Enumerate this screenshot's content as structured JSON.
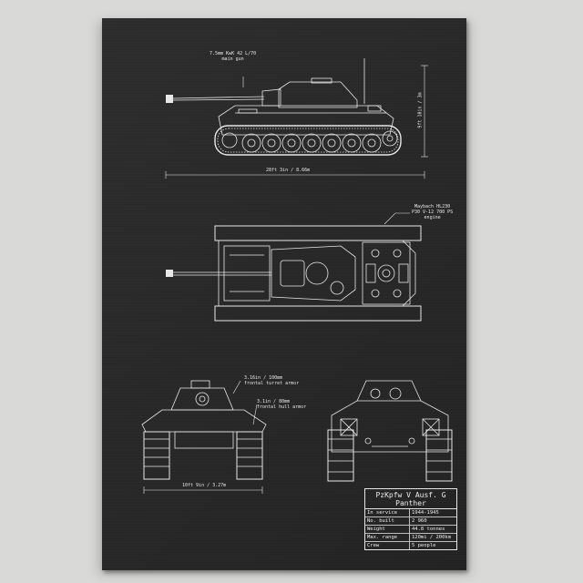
{
  "labels": {
    "main_gun": [
      "7.5mm KwK 42 L/70",
      "main gun"
    ],
    "length": "28ft 3in / 8.66m",
    "height": "9ft 10in / 3m",
    "engine": [
      "Maybach HL230",
      "P30 V-12 700 PS",
      "engine"
    ],
    "turret_armor": [
      "3.16in / 100mm",
      "frontal turret armor"
    ],
    "hull_armor": [
      "3.1in / 80mm",
      "frontal hull armor"
    ],
    "width": "10ft 9in / 3.27m"
  },
  "spec": {
    "title": [
      "PzKpfw V Ausf. G",
      "Panther"
    ],
    "rows": [
      {
        "key": "In service",
        "value": "1944-1945"
      },
      {
        "key": "No. built",
        "value": "2 960"
      },
      {
        "key": "Weight",
        "value": "44.8 tonnes"
      },
      {
        "key": "Max. range",
        "value": "120mi / 200km"
      },
      {
        "key": "Crew",
        "value": "5 people"
      }
    ]
  },
  "colors": {
    "poster_bg": "#262626",
    "line": "#e8e8e8",
    "wall": "#d9d9d7"
  }
}
